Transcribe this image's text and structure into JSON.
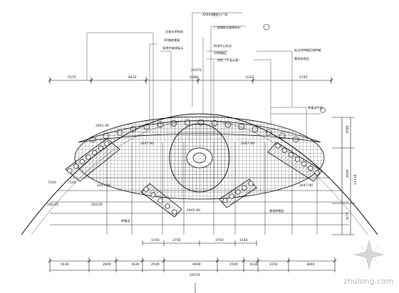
{
  "top_dimensions": [
    "5375",
    "6432",
    "5580",
    "6327",
    "5745"
  ],
  "top_overall": "29370",
  "bottom_dimensions": [
    "5430",
    "2800",
    "1630",
    "2500",
    "4000",
    "2500",
    "1630",
    "2250",
    "3840"
  ],
  "bottom_overall": "29370",
  "mid_dimensions": [
    "1150",
    "3750",
    "3750",
    "1150"
  ],
  "right_dimensions": [
    "3580",
    "4600",
    "11118",
    "3475"
  ],
  "left_labels": [
    "7100",
    "7100",
    "246.05",
    "246.05"
  ],
  "spot_levels": [
    "2447.90",
    "2447.90",
    "2442.90",
    "2447.90",
    "2447.90",
    "2461.90"
  ],
  "callouts_top": [
    "总体艺术构成",
    "XX铺地景观",
    "场地中轴线标示"
  ],
  "callouts_center": [
    "XXXXX雕塑小广场",
    "广场铺装及座椅标识",
    "树池中心标志"
  ],
  "callouts_mid": [
    "台阶（平面示意）",
    "XX种植区"
  ],
  "callouts_right": [
    "标志性种植区域种植",
    "景观休息区",
    "种植池平面"
  ],
  "callouts_lower": [
    "种植池",
    "景观种植区"
  ],
  "watermark": "zhulong.com"
}
